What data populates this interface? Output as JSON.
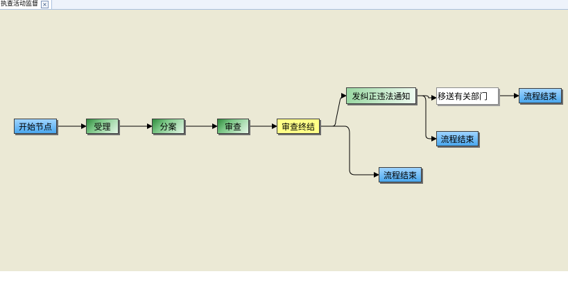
{
  "tab": {
    "title": "执查活动监督",
    "close_icon": "close-icon"
  },
  "flow": {
    "nodes": {
      "start": "开始节点",
      "accept": "受理",
      "assign": "分案",
      "review": "审查",
      "review_end": "审查终结",
      "notice": "发纠正违法通知",
      "transfer": "移送有关部门",
      "end_1": "流程结束",
      "end_2": "流程结束",
      "end_3": "流程结束"
    }
  },
  "colors": {
    "canvas": "#ebe9d5",
    "end_node": "#4aa7ee",
    "task_node": "#7bc786",
    "active_node": "#ffff88"
  }
}
